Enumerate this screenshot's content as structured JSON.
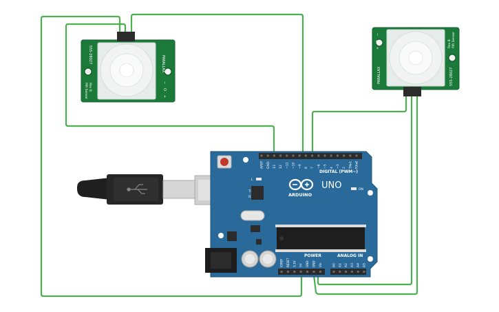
{
  "board": {
    "brand": "ARDUINO",
    "model": "UNO",
    "digital_label": "DIGITAL (PWM~)",
    "power_label": "POWER",
    "analog_label": "ANALOG IN",
    "on_label": "ON",
    "led_l": "L",
    "led_tx": "TX",
    "led_rx": "RX",
    "digital_pins": [
      "AREF",
      "GND",
      "13",
      "12",
      "~11",
      "~10",
      "~9",
      "8",
      "7",
      "~6",
      "~5",
      "4",
      "~3",
      "2",
      "TX▸1",
      "RX◂0"
    ],
    "power_pins": [
      "IOREF",
      "RESET",
      "3.3V",
      "5V",
      "GND",
      "GND",
      "Vin"
    ],
    "analog_pins": [
      "A0",
      "A1",
      "A2",
      "A3",
      "A4",
      "A5"
    ]
  },
  "sensors": [
    {
      "part_number": "555-28027",
      "brand": "PARALLAX",
      "url": "PIR Sensor",
      "revision": "Rev B",
      "pin_minus": "−",
      "pin_signal": "O",
      "pin_plus": "+"
    },
    {
      "part_number": "555-28027",
      "brand": "PARALLAX",
      "url": "PIR Sensor",
      "revision": "Rev B",
      "pin_minus": "−",
      "pin_signal": "O",
      "pin_plus": "+"
    }
  ],
  "colors": {
    "wire": "#4cb050",
    "pcb_green": "#1b7a3a",
    "arduino_blue": "#2a6a9a",
    "header_black": "#2b2b2b",
    "usb_gray": "#c9c9c9"
  }
}
